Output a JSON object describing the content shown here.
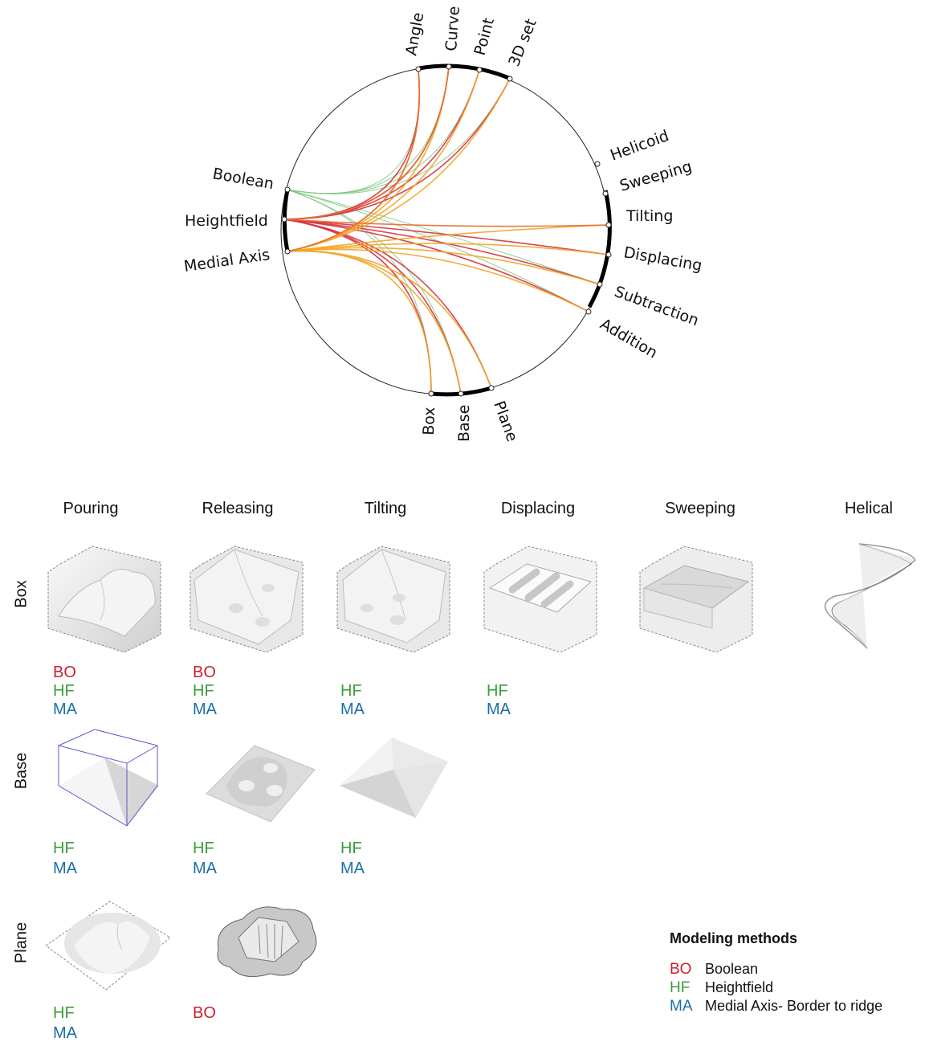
{
  "chord_labels": {
    "angle": "Angle",
    "curve": "Curve",
    "point": "Point",
    "set3d": "3D set",
    "helicoid": "Helicoid",
    "sweeping": "Sweeping",
    "tilting": "Tilting",
    "displacing": "Displacing",
    "subtraction": "Subtraction",
    "addition": "Addition",
    "box": "Box",
    "base": "Base",
    "plane": "Plane",
    "boolean": "Boolean",
    "heightfield": "Heightfield",
    "medial_axis": "Medial Axis"
  },
  "colors": {
    "boolean": "#d6323f",
    "heightfield": "#7fc77f",
    "medial_axis": "#f0a526",
    "mixed": "#e86a2a"
  },
  "columns": [
    "Pouring",
    "Releasing",
    "Tilting",
    "Displacing",
    "Sweeping",
    "Helical"
  ],
  "rows": [
    "Box",
    "Base",
    "Plane"
  ],
  "cells": {
    "box_pouring": [
      "BO",
      "HF",
      "MA"
    ],
    "box_releasing": [
      "BO",
      "HF",
      "MA"
    ],
    "box_tilting": [
      "HF",
      "MA"
    ],
    "box_displacing": [
      "HF",
      "MA"
    ],
    "base_pouring": [
      "HF",
      "MA"
    ],
    "base_releasing": [
      "HF",
      "MA"
    ],
    "base_tilting": [
      "HF",
      "MA"
    ],
    "plane_pouring": [
      "HF",
      "MA"
    ],
    "plane_releasing": [
      "BO"
    ]
  },
  "legend": {
    "title": "Modeling methods",
    "items": [
      {
        "code": "BO",
        "label": "Boolean"
      },
      {
        "code": "HF",
        "label": "Heightfield"
      },
      {
        "code": "MA",
        "label": "Medial Axis- Border to ridge"
      }
    ]
  }
}
